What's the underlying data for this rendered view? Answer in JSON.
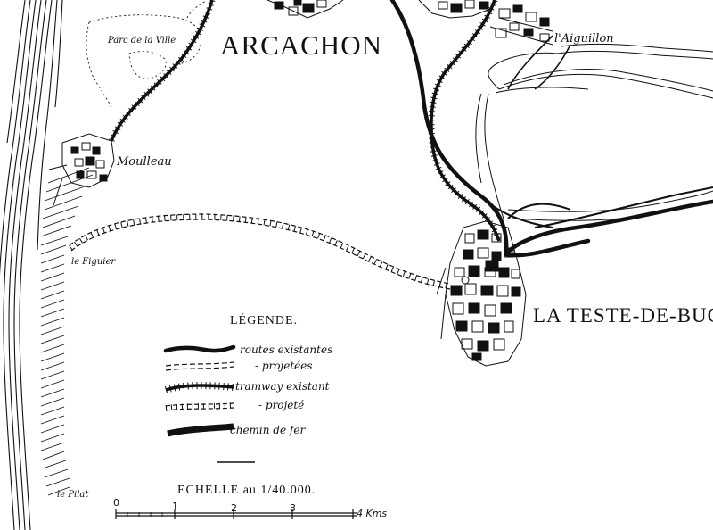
{
  "places": {
    "arcachon": "ARCACHON",
    "la_teste": "LA TESTE-DE-BUCH",
    "aiguillon": "l'Aiguillon",
    "moulleau": "Moulleau",
    "parc_ville": "Parc de la Ville",
    "figuier": "le Figuier",
    "pilat": "le Pilat"
  },
  "legend": {
    "title": "LÉGENDE.",
    "items": [
      {
        "label": "routes existantes",
        "symbol": "road-existing"
      },
      {
        "label": "- projetées",
        "symbol": "road-projected"
      },
      {
        "label": "tramway existant",
        "symbol": "tramway-existing"
      },
      {
        "label": "- projeté",
        "symbol": "tramway-projected"
      },
      {
        "label": "chemin de fer",
        "symbol": "railway"
      }
    ]
  },
  "scale": {
    "title": "ECHELLE au 1/40.000.",
    "ticks": [
      "0",
      "1",
      "2",
      "3",
      "4 Kms"
    ]
  },
  "colors": {
    "ink": "#111111",
    "paper": "#ffffff"
  }
}
